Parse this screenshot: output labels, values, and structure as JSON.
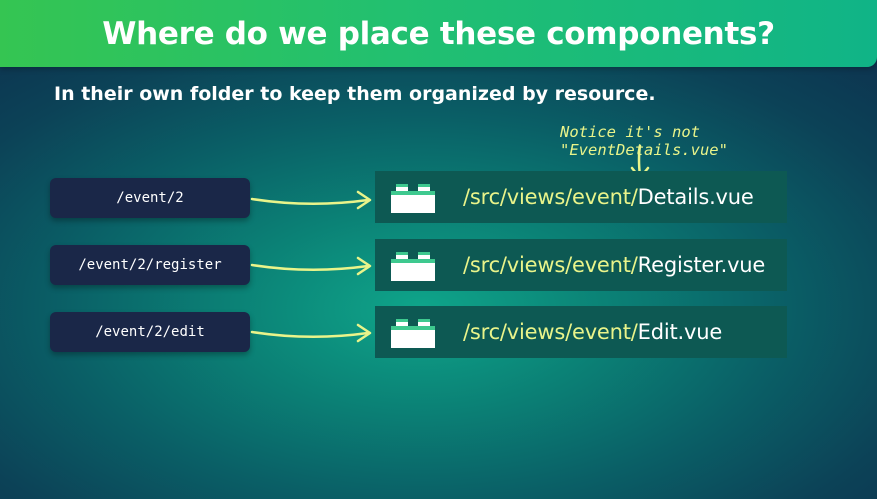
{
  "header": {
    "title": "Where do we place these components?"
  },
  "subtitle": "In their own folder to keep them organized by resource.",
  "notice": "Notice it's not \"EventDetails.vue\"",
  "mappings": [
    {
      "route": "/event/2",
      "dir": "/src/views/event/",
      "file": "Details.vue"
    },
    {
      "route": "/event/2/register",
      "dir": "/src/views/event/",
      "file": "Register.vue"
    },
    {
      "route": "/event/2/edit",
      "dir": "/src/views/event/",
      "file": "Edit.vue"
    }
  ],
  "colors": {
    "banner": "#22c070",
    "accent_yellow": "#e9f48a",
    "route_bg": "#1a2748",
    "file_bg": "#0d5953"
  },
  "icons": {
    "component": "lego-block-icon",
    "arrow": "curved-arrow-icon"
  }
}
